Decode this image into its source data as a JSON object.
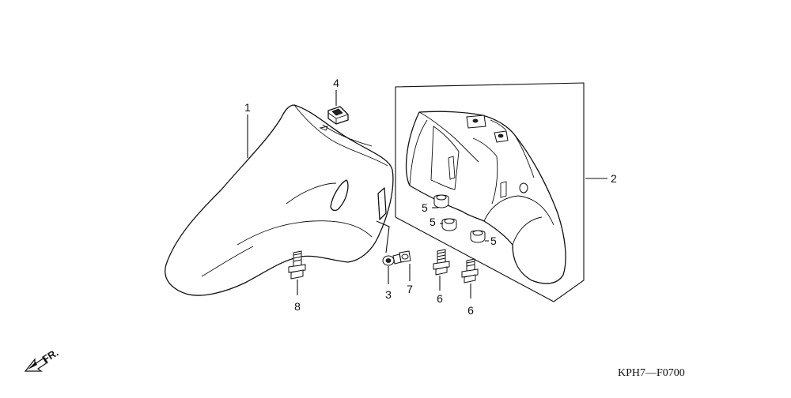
{
  "callouts": {
    "c1": "1",
    "c2": "2",
    "c3": "3",
    "c4": "4",
    "c5a": "5",
    "c5b": "5",
    "c5c": "5",
    "c6a": "6",
    "c6b": "6",
    "c7": "7",
    "c8": "8"
  },
  "direction": {
    "label": "FR."
  },
  "drawing_code": "KPH7—F0700",
  "icons": {
    "direction": "front-direction-arrow-icon"
  }
}
